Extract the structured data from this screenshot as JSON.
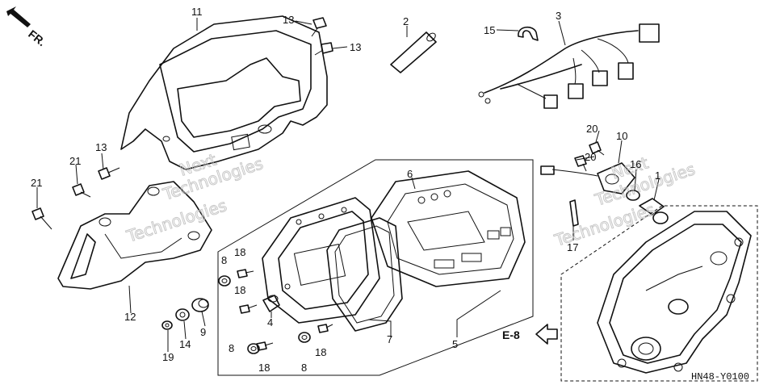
{
  "direction_label": "FR.",
  "section_ref": "E-8",
  "drawing_code": "HN48-Y0100",
  "watermark": {
    "line1": "Next",
    "line2": "Technologies"
  },
  "callouts": [
    "1",
    "2",
    "3",
    "4",
    "5",
    "6",
    "7",
    "8",
    "9",
    "10",
    "11",
    "12",
    "13",
    "14",
    "15",
    "16",
    "17",
    "18",
    "19",
    "20",
    "21"
  ]
}
